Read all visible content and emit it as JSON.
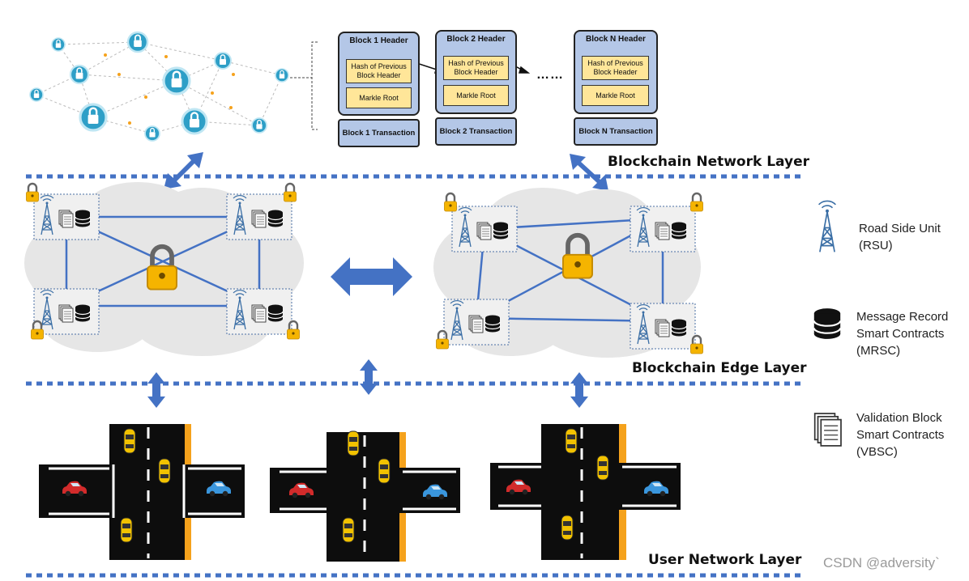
{
  "layers": {
    "network": "Blockchain Network Layer",
    "edge": "Blockchain Edge Layer",
    "user": "User Network Layer"
  },
  "blocks": [
    {
      "header": "Block 1 Header",
      "hash": "Hash of Previous Block Header",
      "root": "Markle Root",
      "tx": "Block 1 Transaction"
    },
    {
      "header": "Block 2 Header",
      "hash": "Hash of Previous Block Header",
      "root": "Markle Root",
      "tx": "Block 2 Transaction"
    },
    {
      "header": "Block N Header",
      "hash": "Hash of Previous Block Header",
      "root": "Markle Root",
      "tx": "Block N Transaction"
    }
  ],
  "ellipsis": "……",
  "legend": {
    "rsu": "Road Side Unit (RSU)",
    "mrsc": "Message Record Smart Contracts (MRSC)",
    "vbsc": "Validation Block Smart Contracts (VBSC)"
  },
  "watermark": "CSDN @adversity`",
  "colors": {
    "block_fill": "#b4c7e7",
    "hash_fill": "#ffe699",
    "arrow": "#4472c4",
    "lock_gold": "#f5b400",
    "node_teal": "#2e9fc7",
    "cloud": "#e6e6e6",
    "road": "#0d0d0d",
    "road_edge": "#f5a21c"
  }
}
